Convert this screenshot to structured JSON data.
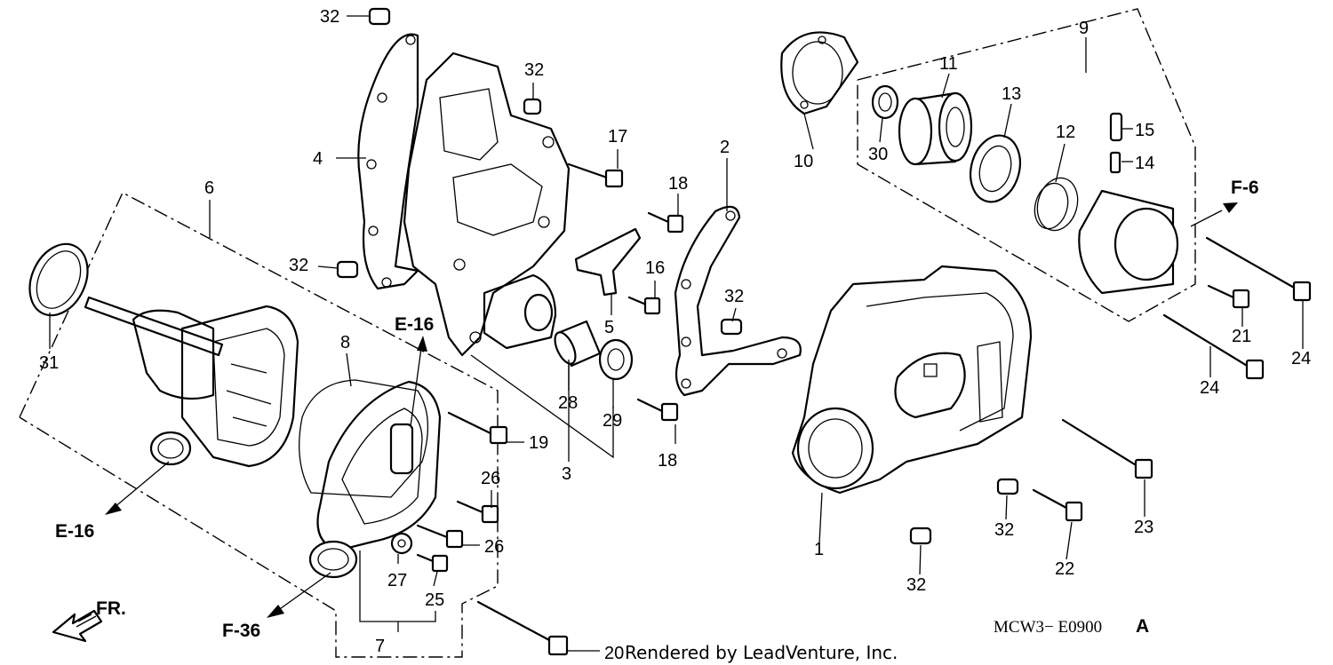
{
  "callouts": {
    "c1": "1",
    "c2": "2",
    "c3": "3",
    "c4": "4",
    "c5": "5",
    "c6": "6",
    "c7": "7",
    "c8": "8",
    "c9": "9",
    "c10": "10",
    "c11": "11",
    "c12": "12",
    "c13": "13",
    "c14": "14",
    "c15": "15",
    "c16": "16",
    "c17": "17",
    "c18a": "18",
    "c18b": "18",
    "c19": "19",
    "c20": "20",
    "c21": "21",
    "c22": "22",
    "c23": "23",
    "c24a": "24",
    "c24b": "24",
    "c25": "25",
    "c26a": "26",
    "c26b": "26",
    "c27": "27",
    "c28": "28",
    "c29": "29",
    "c30": "30",
    "c31": "31",
    "c32a": "32",
    "c32b": "32",
    "c32c": "32",
    "c32d": "32",
    "c32e": "32",
    "c32f": "32"
  },
  "references": {
    "e16_top": "E-16",
    "e16_left": "E-16",
    "f36": "F-36",
    "f6": "F-6"
  },
  "direction": {
    "label": "FR."
  },
  "drawing_code": "MCW3− E0900",
  "drawing_code_suffix": "A",
  "credit": "Rendered by LeadVenture, Inc."
}
